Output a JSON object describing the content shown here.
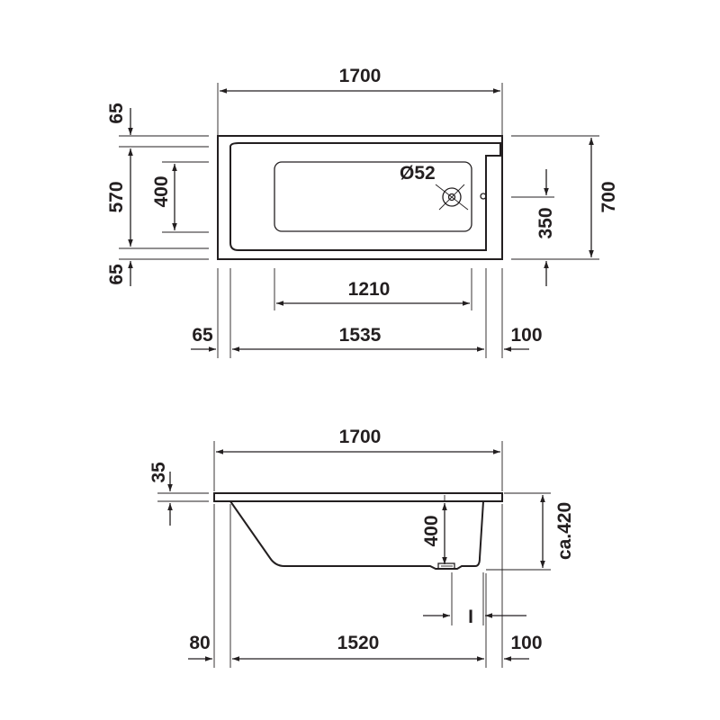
{
  "top_view": {
    "overall_length": "1700",
    "overall_width": "700",
    "rim_top": "65",
    "inner_width": "570",
    "rim_bottom": "65",
    "floor_width": "400",
    "drain_diameter": "Ø52",
    "drain_offset": "350",
    "floor_length": "1210",
    "rim_left": "65",
    "inner_length": "1535",
    "rim_right": "100"
  },
  "side_view": {
    "overall_length": "1700",
    "rim_thickness": "35",
    "depth": "400",
    "overall_height": "ca.420",
    "drain_marker": "I",
    "left_offset": "80",
    "inner_length": "1520",
    "right_offset": "100"
  },
  "icons": {
    "drain": "drain-icon"
  },
  "colors": {
    "line": "#231f20",
    "background": "#ffffff"
  }
}
